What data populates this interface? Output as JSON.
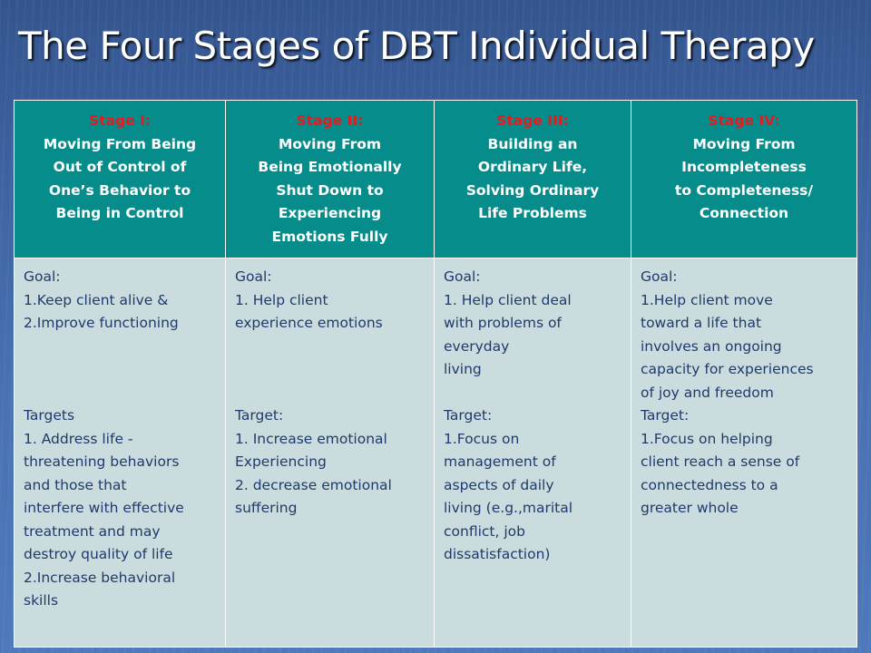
{
  "slide": {
    "title": "The Four Stages of DBT Individual Therapy"
  },
  "stages": [
    {
      "stage": "Stage I:",
      "description": "Moving From Being\nOut of Control of\nOne’s Behavior to\nBeing in Control",
      "goal": "Goal:\n1.Keep client alive &\n2.Improve functioning",
      "target": "Targets\n1. Address life -\nthreatening behaviors\nand those that\ninterfere with effective\ntreatment and may\ndestroy quality of life\n2.Increase behavioral\nskills"
    },
    {
      "stage": "Stage II:",
      "description": "Moving From\nBeing Emotionally\nShut Down to\nExperiencing\nEmotions Fully",
      "goal": "Goal:\n1. Help client\nexperience emotions",
      "target": "Target:\n1. Increase emotional\nExperiencing\n2. decrease emotional\nsuffering"
    },
    {
      "stage": "Stage III:",
      "description": "Building  an\nOrdinary Life,\nSolving Ordinary\nLife Problems",
      "goal": "Goal:\n1. Help client deal\nwith problems of\neveryday\nliving",
      "target": "Target:\n1.Focus on\nmanagement of\naspects of daily\nliving (e.g.,marital\nconflict, job\ndissatisfaction)"
    },
    {
      "stage": "Stage IV:",
      "description": "Moving From\nIncompleteness\nto Completeness/\nConnection",
      "goal": "Goal:\n1.Help client move\ntoward a life that\ninvolves an ongoing\ncapacity for experiences\nof joy and freedom",
      "target": "Target:\n1.Focus on helping\nclient reach a sense of\nconnectedness to a\ngreater whole"
    }
  ]
}
